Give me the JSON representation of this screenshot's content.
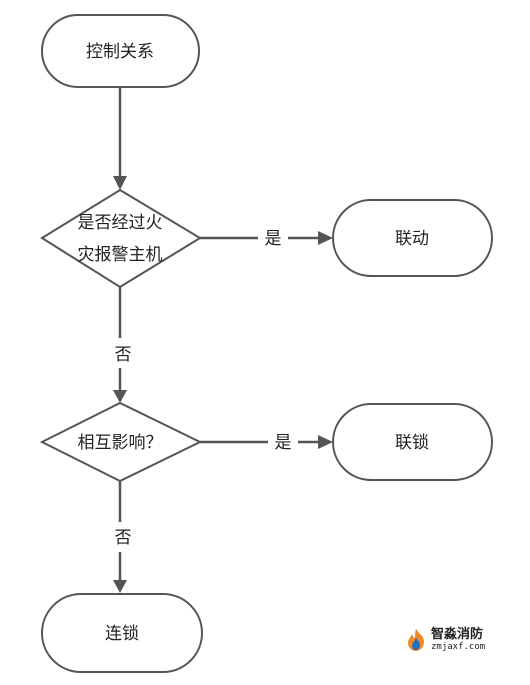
{
  "nodes": {
    "start": "控制关系",
    "decision1_line1": "是否经过火",
    "decision1_line2": "灾报警主机",
    "linkage": "联动",
    "decision2": "相互影响？",
    "interlock": "联锁",
    "chain": "连锁"
  },
  "edges": {
    "d1_yes": "是",
    "d1_no": "否",
    "d2_yes": "是",
    "d2_no": "否"
  },
  "watermark": {
    "name": "智淼消防",
    "url": "zmjaxf.com",
    "logo_icon": "flame-logo-icon"
  },
  "colors": {
    "stroke": "#555555",
    "text": "#222222",
    "logo_orange": "#f08a24",
    "logo_blue": "#1f6fc2"
  }
}
